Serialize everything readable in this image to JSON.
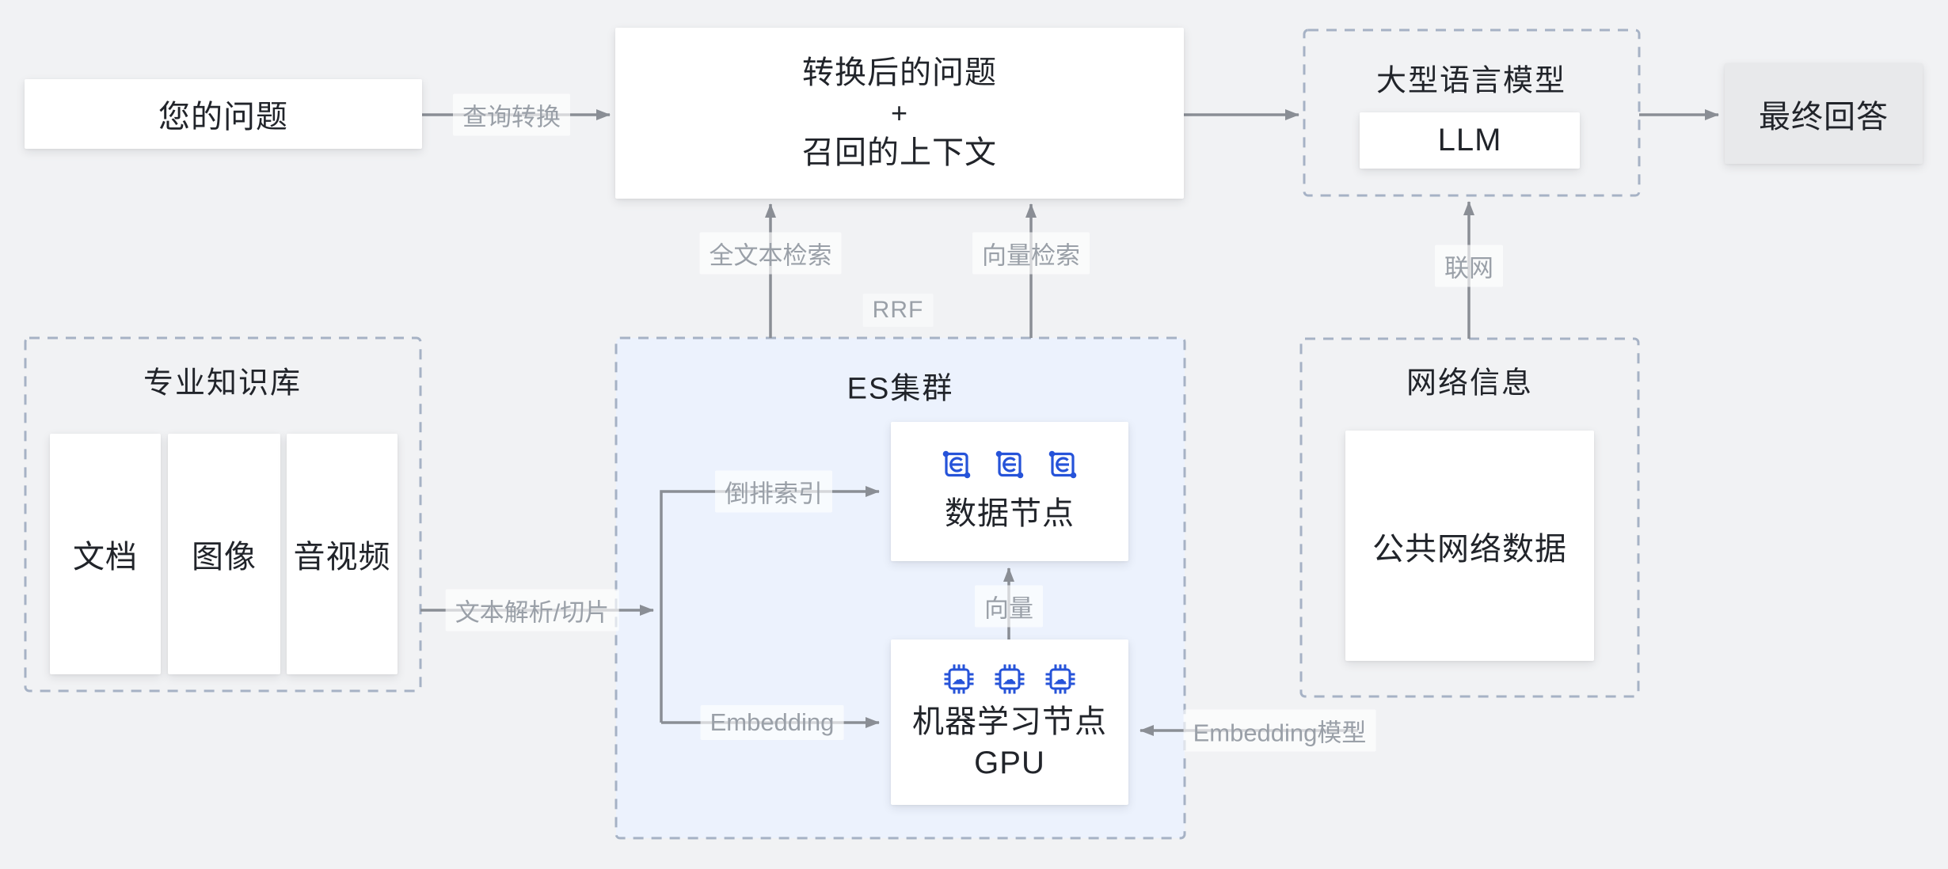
{
  "colors": {
    "canvas_bg": "#f1f2f4",
    "es_cluster_fill": "#ecf2fd",
    "dashed_border": "#a6b2c5",
    "arrow_gray": "#8a8e95",
    "label_gray": "#9aa0a8",
    "text_dark": "#21242a",
    "icon_blue": "#2653d9",
    "final_answer_bg": "#e8e9eb",
    "node_white": "#ffffff"
  },
  "nodes": {
    "your_question": {
      "label": "您的问题"
    },
    "transformed": {
      "line1": "转换后的问题",
      "plus": "+",
      "line2": "召回的上下文"
    },
    "llm": {
      "title": "大型语言模型",
      "inner": "LLM"
    },
    "final_answer": {
      "label": "最终回答"
    },
    "knowledge": {
      "title": "专业知识库",
      "items": [
        "文档",
        "图像",
        "音视频"
      ]
    },
    "es": {
      "title": "ES集群",
      "data_node": {
        "label": "数据节点"
      },
      "ml_node": {
        "line1": "机器学习节点",
        "line2": "GPU"
      }
    },
    "web": {
      "title": "网络信息",
      "inner": "公共网络数据"
    }
  },
  "edges": {
    "query_transform": "查询转换",
    "fulltext_search": "全文本检索",
    "vector_search": "向量检索",
    "rrf": "RRF",
    "online": "联网",
    "text_parse": "文本解析/切片",
    "inverted_index": "倒排索引",
    "embedding": "Embedding",
    "vector": "向量",
    "embedding_model": "Embedding模型"
  },
  "icons": {
    "data_node_icon_name": "es-data-node-icon",
    "ml_node_icon_name": "gpu-chip-icon",
    "cloud_glyph": "☁"
  }
}
